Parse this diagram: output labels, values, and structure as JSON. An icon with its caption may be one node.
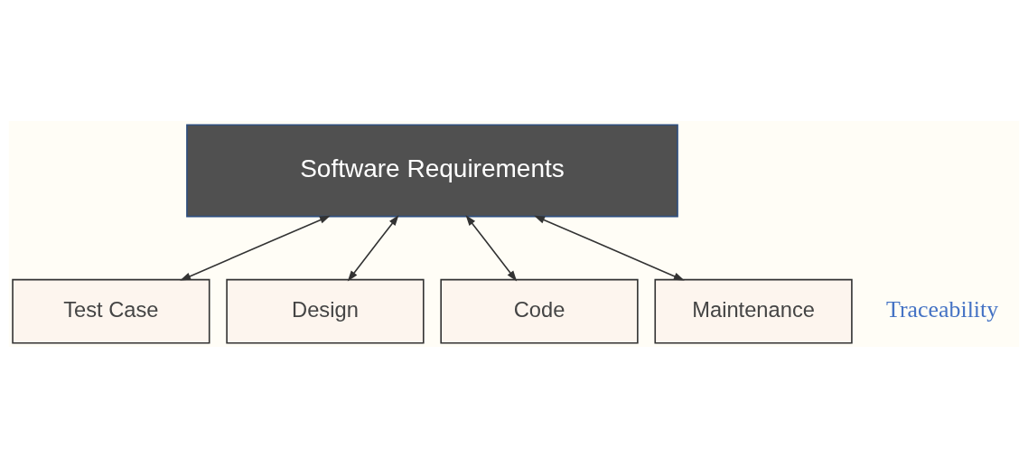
{
  "diagram": {
    "nodes": [
      {
        "text": [
          "Software Requirements"
        ]
      },
      {
        "text": [
          "Test Case"
        ]
      },
      {
        "text": [
          "Design"
        ]
      },
      {
        "text": [
          "Code"
        ]
      },
      {
        "text": [
          "Maintenance"
        ]
      }
    ],
    "edges": [
      {
        "from": 0,
        "to": 1,
        "arrow": "both"
      },
      {
        "from": 0,
        "to": 2,
        "arrow": "both"
      },
      {
        "from": 0,
        "to": 3,
        "arrow": "both"
      },
      {
        "from": 0,
        "to": 4,
        "arrow": "both"
      }
    ],
    "labels": [
      "Traceability"
    ]
  }
}
